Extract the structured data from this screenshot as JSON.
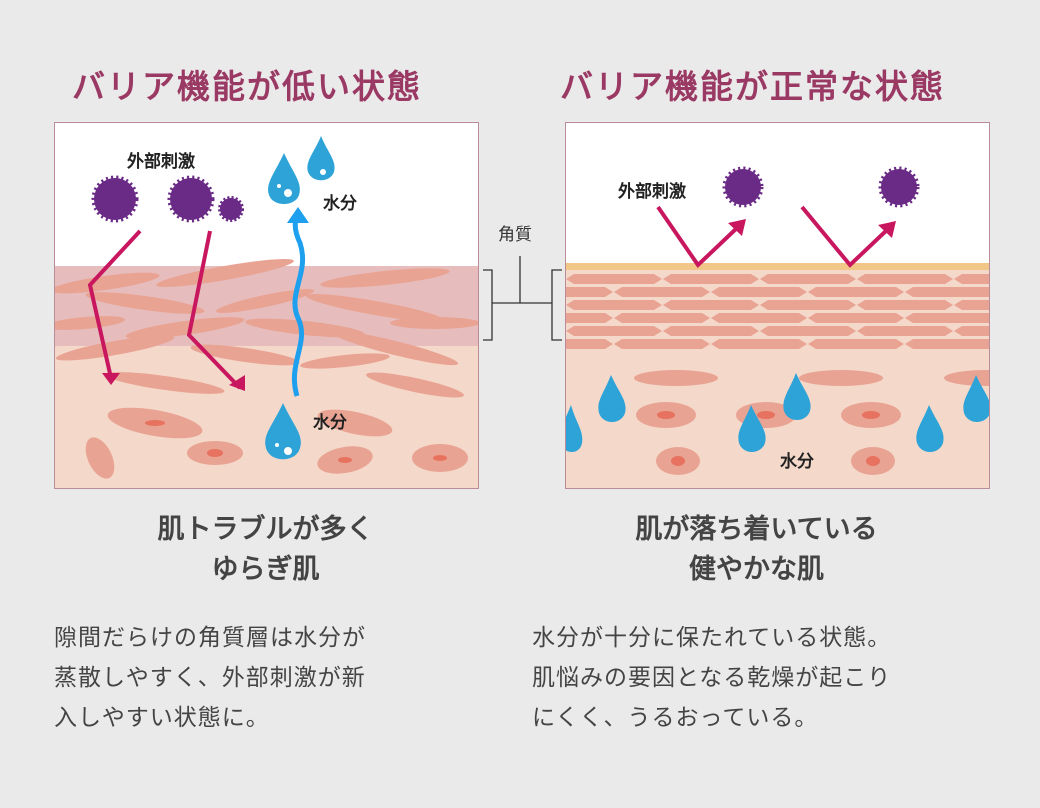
{
  "left": {
    "title": "バリア機能が低い状態",
    "stimulus_label": "外部刺激",
    "water_top_label": "水分",
    "water_bottom_label": "水分",
    "subtitle_line1": "肌トラブルが多く",
    "subtitle_line2": "ゆらぎ肌",
    "desc_lines": [
      "隙間だらけの角質層は水分が",
      "蒸散しやすく、外部刺激が新",
      "入しやすい状態に。"
    ]
  },
  "right": {
    "title": "バリア機能が正常な状態",
    "stimulus_label": "外部刺激",
    "water_label": "水分",
    "subtitle_line1": "肌が落ち着いている",
    "subtitle_line2": "健やかな肌",
    "desc_lines": [
      "水分が十分に保たれている状態。",
      "肌悩みの要因となる乾燥が起こり",
      "にくく、うるおっている。"
    ]
  },
  "center": {
    "stratum_corneum_label": "角質"
  },
  "colors": {
    "title": "#9a3a64",
    "cell": "#e9a393",
    "skin": "#f4d8ca",
    "arrow": "#c8175e",
    "water": "#2ea3d8",
    "germ": "#6a2b86"
  }
}
